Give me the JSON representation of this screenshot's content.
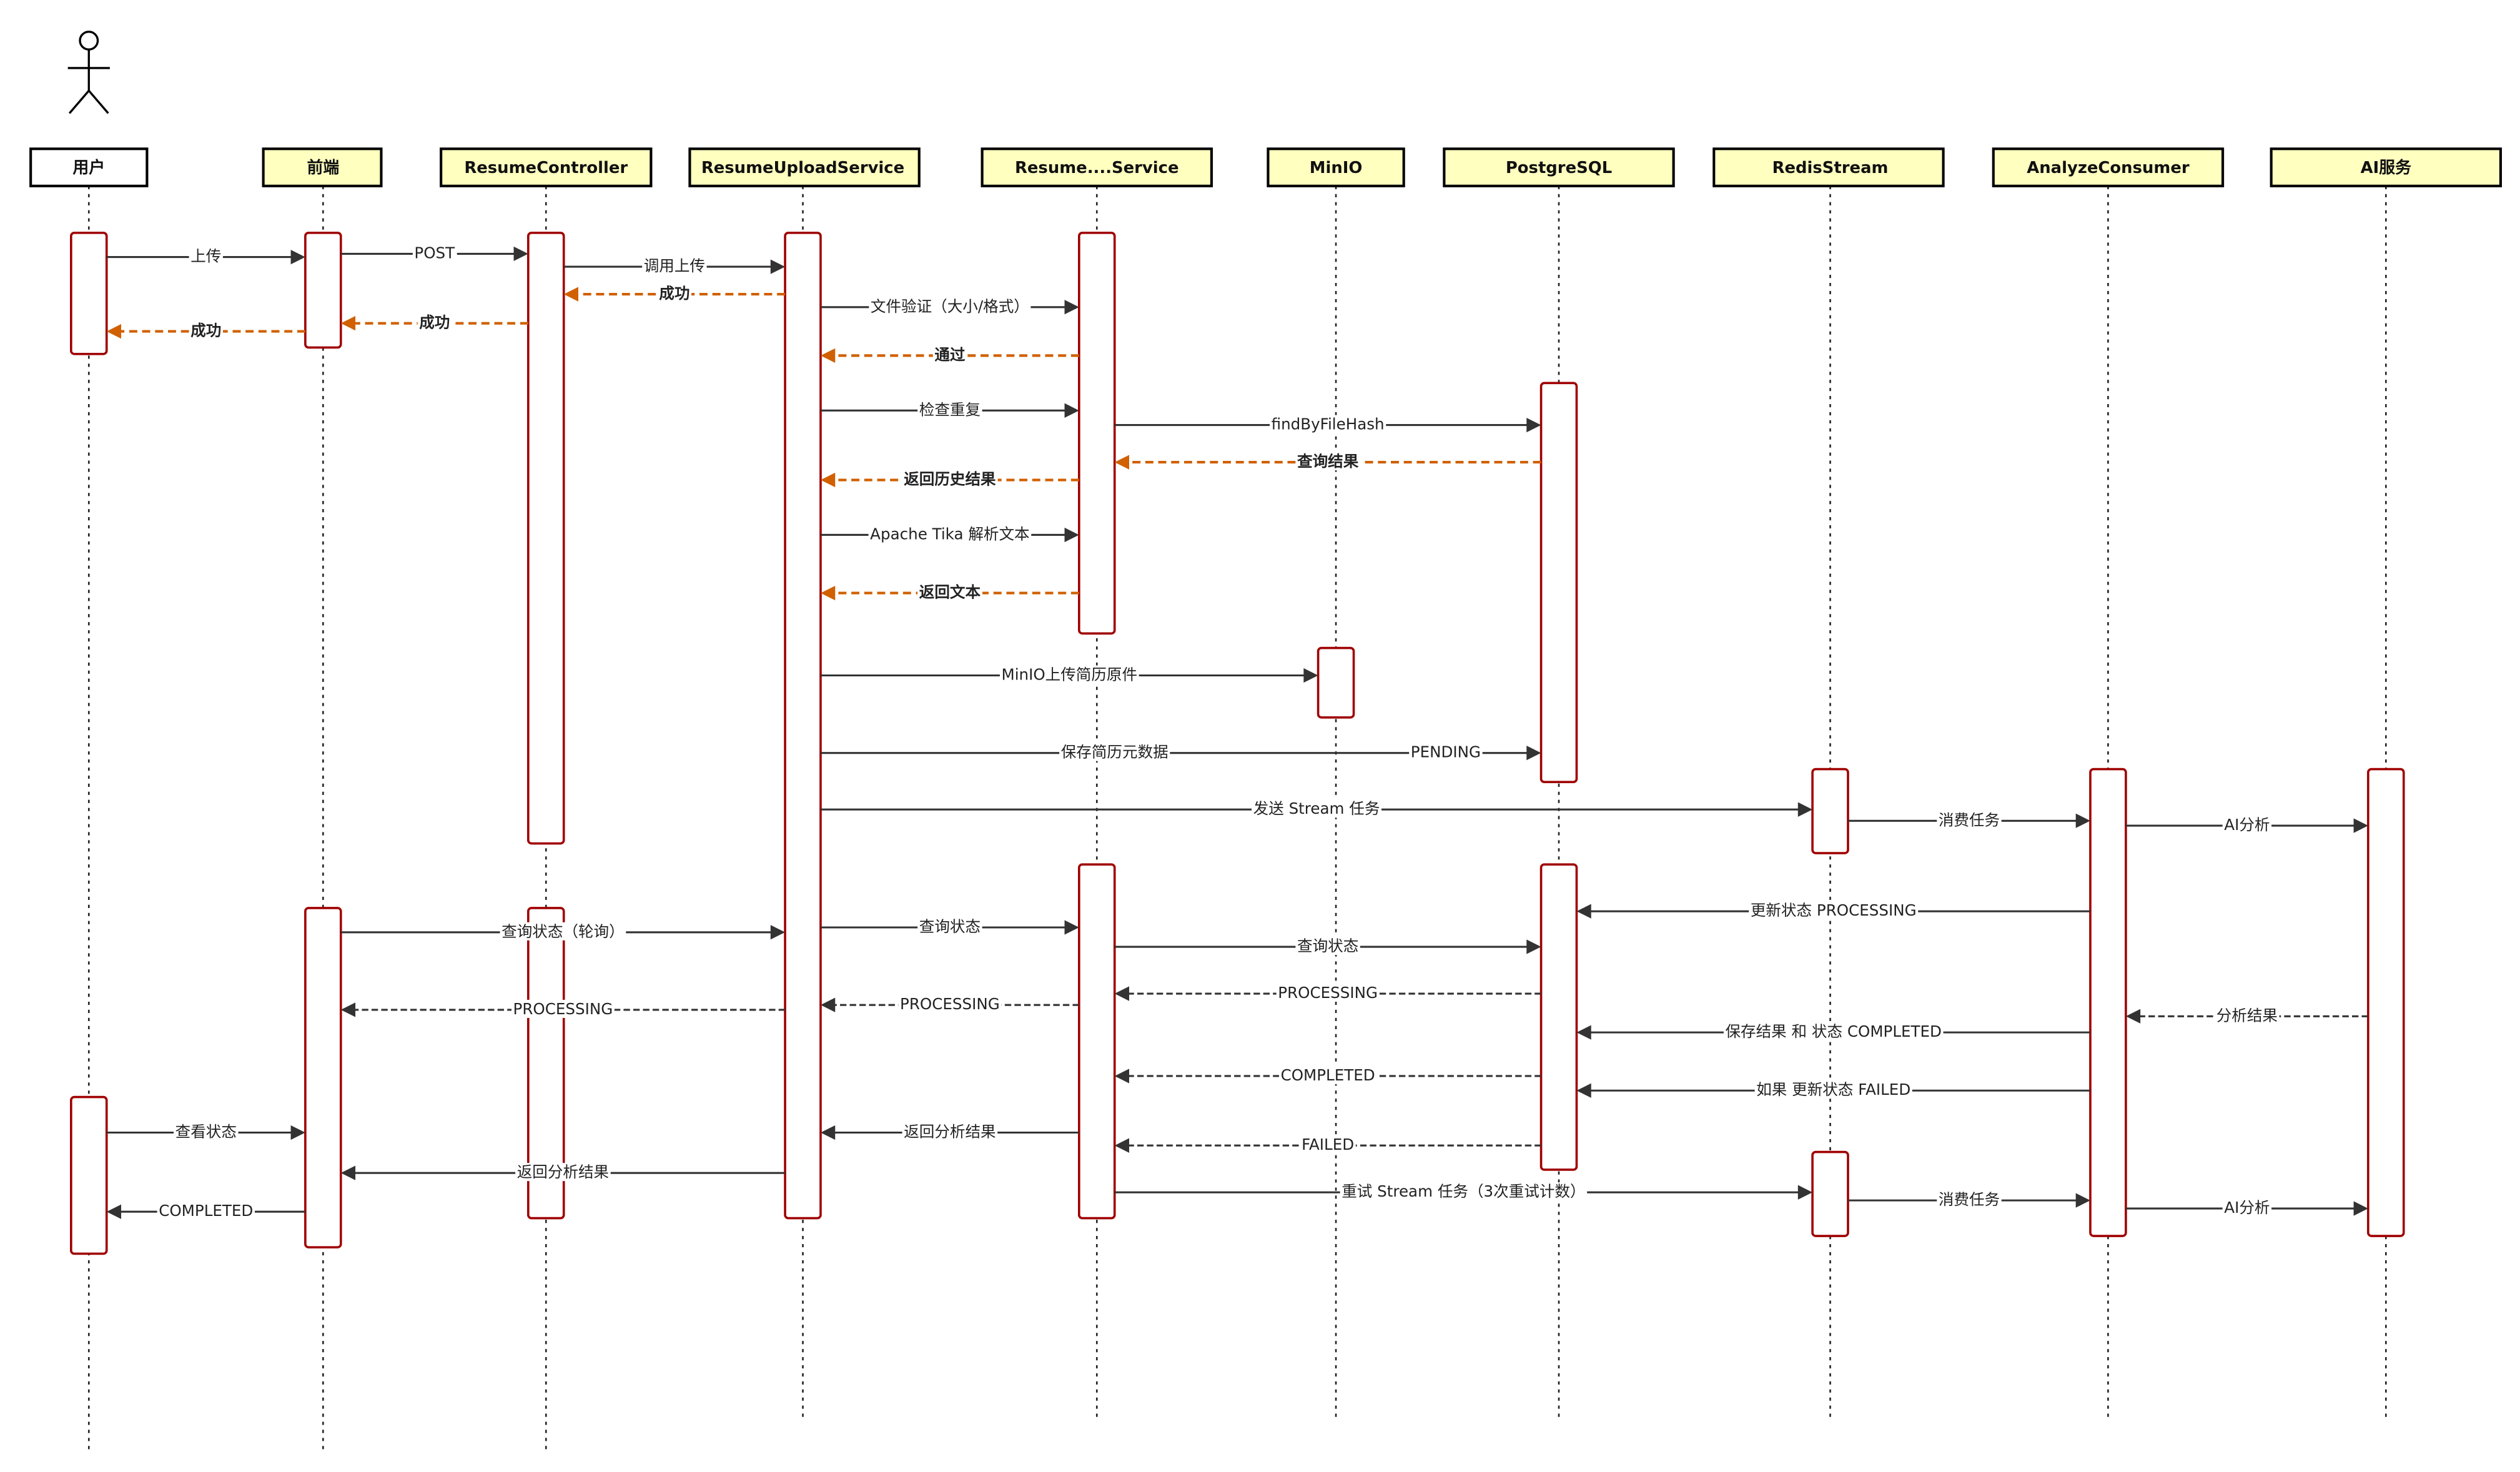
{
  "actor": {
    "icon": "stick-figure-icon"
  },
  "participants": [
    {
      "label": "用户",
      "type": "actor"
    },
    {
      "label": "前端"
    },
    {
      "label": "ResumeController"
    },
    {
      "label": "ResumeUploadService"
    },
    {
      "label": "Resume....Service"
    },
    {
      "label": "MinIO"
    },
    {
      "label": "PostgreSQL"
    },
    {
      "label": "RedisStream"
    },
    {
      "label": "AnalyzeConsumer"
    },
    {
      "label": "AI服务"
    }
  ],
  "colors": {
    "activation_border": "#a00000",
    "participant_fill": "#ffffc0",
    "return_arrow": "#d06000",
    "arrow": "#333333"
  },
  "messages": [
    {
      "from": 0,
      "to": 1,
      "label": "上传",
      "style": "sync"
    },
    {
      "from": 1,
      "to": 2,
      "label": "POST",
      "style": "sync"
    },
    {
      "from": 2,
      "to": 3,
      "label": "调用上传",
      "style": "sync"
    },
    {
      "from": 3,
      "to": 2,
      "label": "成功",
      "style": "return"
    },
    {
      "from": 2,
      "to": 1,
      "label": "成功",
      "style": "return"
    },
    {
      "from": 1,
      "to": 0,
      "label": "成功",
      "style": "return"
    },
    {
      "from": 3,
      "to": 4,
      "label": "文件验证（大小/格式）",
      "style": "sync"
    },
    {
      "from": 4,
      "to": 3,
      "label": "通过",
      "style": "return"
    },
    {
      "from": 3,
      "to": 4,
      "label": "检查重复",
      "style": "sync"
    },
    {
      "from": 4,
      "to": 6,
      "label": "findByFileHash",
      "style": "sync"
    },
    {
      "from": 6,
      "to": 4,
      "label": "查询结果",
      "style": "return"
    },
    {
      "from": 4,
      "to": 3,
      "label": "返回历史结果",
      "style": "return"
    },
    {
      "from": 3,
      "to": 4,
      "label": "Apache Tika 解析文本",
      "style": "sync"
    },
    {
      "from": 4,
      "to": 3,
      "label": "返回文本",
      "style": "return"
    },
    {
      "from": 3,
      "to": 5,
      "label": "MinIO上传简历原件",
      "style": "sync"
    },
    {
      "from": 3,
      "to": 6,
      "label": "保存简历元数据",
      "label2": "PENDING",
      "style": "sync"
    },
    {
      "from": 3,
      "to": 7,
      "label": "发送 Stream 任务",
      "style": "sync"
    },
    {
      "from": 7,
      "to": 8,
      "label": "消费任务",
      "style": "sync"
    },
    {
      "from": 8,
      "to": 9,
      "label": "AI分析",
      "style": "sync"
    },
    {
      "from": 8,
      "to": 6,
      "label": "更新状态 PROCESSING",
      "style": "sync"
    },
    {
      "from": 1,
      "to": 3,
      "label": "查询状态（轮询）",
      "style": "sync"
    },
    {
      "from": 3,
      "to": 4,
      "label": "查询状态",
      "style": "sync"
    },
    {
      "from": 4,
      "to": 6,
      "label": "查询状态",
      "style": "sync"
    },
    {
      "from": 6,
      "to": 4,
      "label": "PROCESSING",
      "style": "dashed"
    },
    {
      "from": 4,
      "to": 3,
      "label": "PROCESSING",
      "style": "dashed"
    },
    {
      "from": 3,
      "to": 1,
      "label": "PROCESSING",
      "style": "dashed"
    },
    {
      "from": 9,
      "to": 8,
      "label": "分析结果",
      "style": "dashed"
    },
    {
      "from": 8,
      "to": 6,
      "label": "保存结果 和 状态 COMPLETED",
      "style": "sync"
    },
    {
      "from": 6,
      "to": 4,
      "label": "COMPLETED",
      "style": "dashed"
    },
    {
      "from": 8,
      "to": 6,
      "label": "如果 更新状态 FAILED",
      "style": "sync"
    },
    {
      "from": 0,
      "to": 1,
      "label": "查看状态",
      "style": "sync"
    },
    {
      "from": 4,
      "to": 3,
      "label": "返回分析结果",
      "style": "sync"
    },
    {
      "from": 6,
      "to": 4,
      "label": "FAILED",
      "style": "dashed"
    },
    {
      "from": 3,
      "to": 1,
      "label": "返回分析结果",
      "style": "sync"
    },
    {
      "from": 4,
      "to": 7,
      "label": "重试 Stream 任务（3次重试计数）",
      "style": "sync"
    },
    {
      "from": 7,
      "to": 8,
      "label": "消费任务",
      "style": "sync"
    },
    {
      "from": 8,
      "to": 9,
      "label": "AI分析",
      "style": "sync"
    },
    {
      "from": 1,
      "to": 0,
      "label": "COMPLETED",
      "style": "sync"
    }
  ]
}
